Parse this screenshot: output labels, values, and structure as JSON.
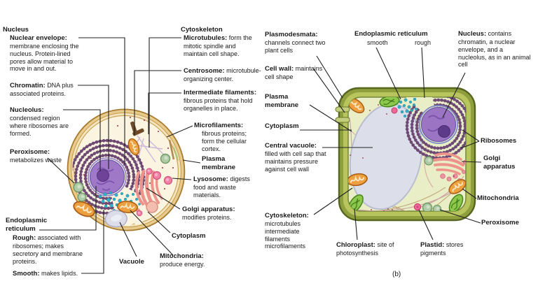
{
  "figure": {
    "panel_label": "(b)"
  },
  "animal": {
    "labels": {
      "nucleus_group": {
        "head": "Nucleus"
      },
      "nuclear_envelope": {
        "head": "Nuclear envelope:",
        "desc": "membrane enclosing the nucleus. Protein-lined pores allow material to move in and out."
      },
      "chromatin": {
        "head": "Chromatin:",
        "desc": "DNA plus associated proteins."
      },
      "nucleolus": {
        "head": "Nucleolus:",
        "desc": "condensed region where ribosomes are formed."
      },
      "peroxisome": {
        "head": "Peroxisome:",
        "desc": "metabolizes waste"
      },
      "er_group": {
        "head": "Endoplasmic reticulum"
      },
      "er_rough": {
        "head": "Rough:",
        "desc": "associated with ribosomes; makes secretory and membrane proteins."
      },
      "er_smooth": {
        "head": "Smooth:",
        "desc": "makes lipids."
      },
      "vacuole": {
        "head": "Vacuole"
      },
      "mitochondria": {
        "head": "Mitochondria:",
        "desc": "produce energy."
      },
      "cytoplasm": {
        "head": "Cytoplasm"
      },
      "golgi": {
        "head": "Golgi apparatus:",
        "desc": "modifies proteins."
      },
      "lysosome": {
        "head": "Lysosome:",
        "desc": "digests food and waste materials."
      },
      "plasma_membrane": {
        "head": "Plasma membrane"
      },
      "microfilaments": {
        "head": "Microfilaments:",
        "desc": "fibrous proteins; form the cellular cortex."
      },
      "intermediate_filaments": {
        "head": "Intermediate filaments:",
        "desc": "fibrous proteins that hold organelles in place."
      },
      "centrosome": {
        "head": "Centrosome:",
        "desc": "microtubule-organizing center."
      },
      "microtubules": {
        "head": "Microtubules:",
        "desc": "form the mitotic spindle and maintain cell shape."
      },
      "cytoskeleton_group": {
        "head": "Cytoskeleton"
      }
    }
  },
  "plant": {
    "labels": {
      "plasmodesmata": {
        "head": "Plasmodesmata:",
        "desc": "channels connect two plant cells"
      },
      "cell_wall": {
        "head": "Cell wall:",
        "desc": "maintains cell shape"
      },
      "plasma_membrane": {
        "head": "Plasma membrane"
      },
      "cytoplasm": {
        "head": "Cytoplasm"
      },
      "central_vacuole": {
        "head": "Central vacuole:",
        "desc": "filled with cell sap that maintains pressure against cell wall"
      },
      "cytoskeleton": {
        "head": "Cytoskeleton:",
        "desc": "microtubules intermediate filaments microfilaments"
      },
      "er_group": {
        "head": "Endoplasmic reticulum"
      },
      "er_smooth": {
        "head": "smooth"
      },
      "er_rough": {
        "head": "rough"
      },
      "nucleus": {
        "head": "Nucleus:",
        "desc": "contains chromatin, a nuclear envelope, and a nucleolus, as in an animal cell"
      },
      "ribosomes": {
        "head": "Ribosomes"
      },
      "golgi": {
        "head": "Golgi apparatus"
      },
      "mitochondria": {
        "head": "Mitochondria"
      },
      "peroxisome": {
        "head": "Peroxisome"
      },
      "chloroplast": {
        "head": "Chloroplast:",
        "desc": "site of photosynthesis"
      },
      "plastid": {
        "head": "Plastid:",
        "desc": "stores pigments"
      }
    }
  },
  "colors": {
    "background": "#ffffff",
    "text": "#1a1a1a",
    "leader_line": "#222222",
    "animal_membrane_gold": "#b8873b",
    "animal_cytoplasm_cream": "#fbf4e0",
    "nucleus_purple": "#9b74c4",
    "nucleolus_purple": "#6f4398",
    "er_purple": "#6b4472",
    "mitochondria_orange": "#eda03f",
    "golgi_pink": "#ee938c",
    "lysosome_pink": "#f182a6",
    "peroxisome_green": "#aecaa6",
    "vesicle_teal": "#2fb3cb",
    "vacuole_gray": "#dcdde9",
    "cell_wall_olive": "#8f9f3e",
    "plant_cytoplasm_green": "#e9eec6",
    "chloroplast_green": "#8cc84c"
  }
}
